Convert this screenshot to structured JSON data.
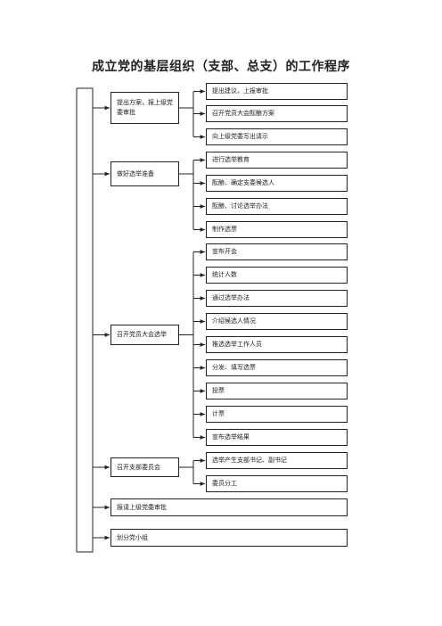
{
  "title": "成立党的基层组织（支部、总支）的工作程序",
  "steps": [
    {
      "label": "提出方案，报上级党委审批",
      "substeps": [
        "提出建议，上报审批",
        "召开党员大会酝酿方案",
        "向上级党委写出请示"
      ]
    },
    {
      "label": "做好选举准备",
      "substeps": [
        "进行选举教育",
        "酝酿、确定支委候选人",
        "酝酿、讨论选举办法",
        "制作选票"
      ]
    },
    {
      "label": "召开党员大会选举",
      "substeps": [
        "宣布开会",
        "统计人数",
        "通过选举办法",
        "介绍候选人情况",
        "推选选举工作人员",
        "分发、填写选票",
        "投票",
        "计票",
        "宣布选举结果"
      ]
    },
    {
      "label": "召开支部委员会",
      "substeps": [
        "选举产生支部书记、副书记",
        "委员分工"
      ]
    },
    {
      "label": "报请上级党委审批",
      "substeps": []
    },
    {
      "label": "划分党小组",
      "substeps": []
    }
  ]
}
